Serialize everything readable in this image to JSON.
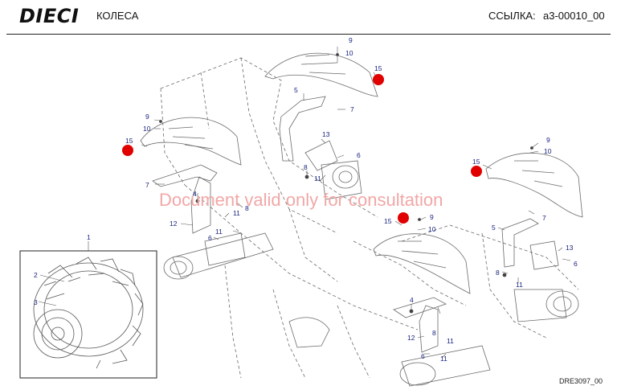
{
  "header": {
    "logo": "DIECI",
    "title": "КОЛЕСА",
    "ref_label": "ССЫЛКА:",
    "ref_code": "a3-00010_00"
  },
  "watermark": "Document valid only for consultation",
  "footer": {
    "drawing_number": "DRE3097_00"
  },
  "callouts": {
    "c1": "1",
    "c2": "2",
    "c3": "3",
    "a_9": "9",
    "a_10": "10",
    "a_15": "15",
    "a_5": "5",
    "a_7": "7",
    "a_13": "13",
    "a_6": "6",
    "a_8": "8",
    "a_11": "11",
    "b_9": "9",
    "b_10": "10",
    "b_15": "15",
    "b_7": "7",
    "b_4": "4",
    "b_8": "8",
    "b_11": "11",
    "b_12": "12",
    "b_6": "6",
    "b_11b": "11",
    "c_9": "9",
    "c_10": "10",
    "c_15": "15",
    "c_5": "5",
    "c_7": "7",
    "c_13": "13",
    "c_6": "6",
    "c_8": "8",
    "c_11": "11",
    "d_15": "15",
    "d_9": "9",
    "d_10": "10",
    "d_4": "4",
    "d_8": "8",
    "d_11": "11",
    "d_12": "12",
    "d_6": "6",
    "d_11b": "11"
  },
  "colors": {
    "line": "#5a5a5a",
    "callout": "#1a237e",
    "marker": "#e00000",
    "watermark": "#f2a7a7"
  }
}
